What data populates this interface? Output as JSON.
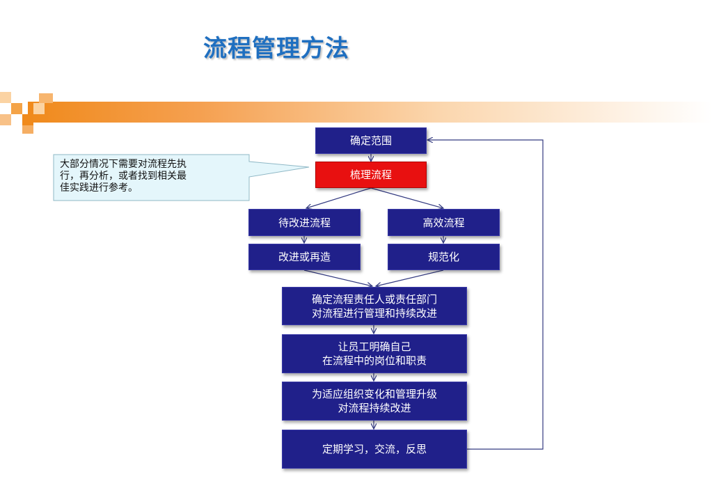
{
  "title": "流程管理方法",
  "callout": {
    "text": "大部分情况下需要对流程先执\n行，再分析，或者找到相关最\n佳实践进行参考。"
  },
  "nodes": {
    "scope": "确定范围",
    "sort": "梳理流程",
    "to_improve": "待改进流程",
    "efficient": "高效流程",
    "improve": "改进或再造",
    "standardize": "规范化",
    "owner": "确定流程责任人或责任部门\n对流程进行管理和持续改进",
    "staff": "让员工明确自己\n在流程中的岗位和职责",
    "adapt": "为适应组织变化和管理升级\n对流程持续改进",
    "learn": "定期学习，交流，反思"
  },
  "colors": {
    "title": "#1f6fc0",
    "box": "#20208a",
    "highlight": "#e81010",
    "banner": "#f08a1c",
    "callout_fill": "#e4f6fb"
  }
}
